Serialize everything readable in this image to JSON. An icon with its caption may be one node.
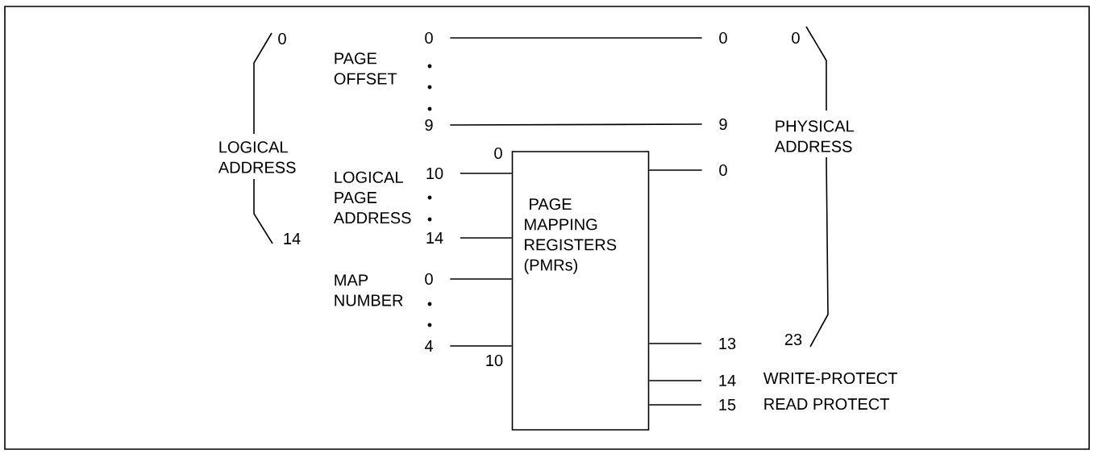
{
  "diagram": {
    "nodes": [
      {
        "text": [
          "PAGE MAPPING REGISTERS (PMRs)"
        ],
        "beside": [
          "0",
          "10"
        ]
      },
      {
        "text": [
          "0"
        ]
      },
      {
        "text": [
          "9"
        ]
      },
      {
        "text": [
          "10"
        ]
      },
      {
        "text": [
          "14"
        ]
      },
      {
        "text": [
          "0"
        ]
      },
      {
        "text": [
          "4"
        ]
      },
      {
        "text": [
          "0"
        ]
      },
      {
        "text": [
          "9"
        ]
      },
      {
        "text": [
          "0"
        ]
      },
      {
        "text": [
          "13"
        ]
      },
      {
        "text": [
          "14"
        ]
      },
      {
        "text": [
          "15"
        ]
      }
    ],
    "edges": [
      {
        "from": 1,
        "to": 7,
        "arrow": "none"
      },
      {
        "from": 2,
        "to": 8,
        "arrow": "none"
      },
      {
        "from": 3,
        "to": 0,
        "arrow": "none"
      },
      {
        "from": 4,
        "to": 0,
        "arrow": "none"
      },
      {
        "from": 5,
        "to": 0,
        "arrow": "none"
      },
      {
        "from": 6,
        "to": 0,
        "arrow": "none"
      },
      {
        "from": 0,
        "to": 9,
        "arrow": "none"
      },
      {
        "from": 0,
        "to": 10,
        "arrow": "none"
      },
      {
        "from": 0,
        "to": 11,
        "arrow": "none"
      },
      {
        "from": 0,
        "to": 12,
        "arrow": "none"
      }
    ],
    "labels": [
      "0",
      "0",
      "PAGE OFFSET",
      "PHYSICAL ADDRESS",
      "LOGICAL ADDRESS",
      "LOGICAL PAGE ADDRESS",
      "14",
      "MAP NUMBER",
      "23",
      "WRITE-PROTECT",
      "READ PROTECT"
    ]
  }
}
